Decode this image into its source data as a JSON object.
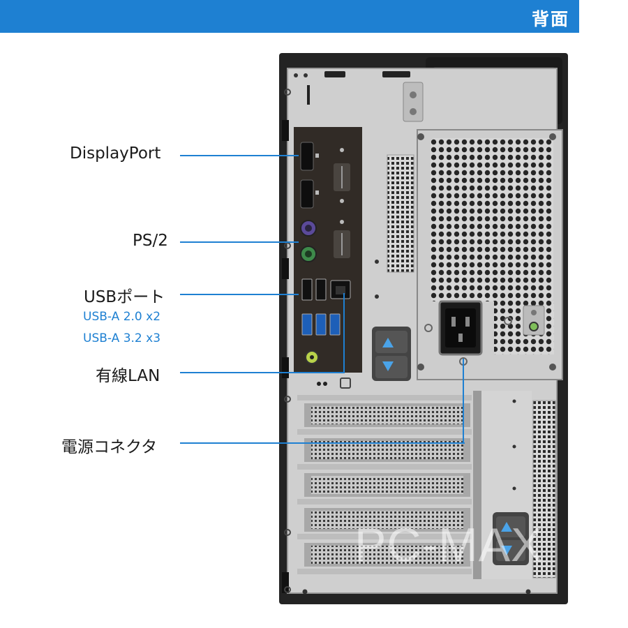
{
  "header": {
    "title": "背面"
  },
  "callouts": {
    "displayport": "DisplayPort",
    "ps2": "PS/2",
    "usb": "USBポート",
    "usb_a2": "USB-A 2.0 x2",
    "usb_a3": "USB-A 3.2 x3",
    "lan": "有線LAN",
    "power": "電源コネクタ"
  },
  "watermark": "PC-MAX",
  "colors": {
    "accent": "#1e80d2",
    "chassis": "#232323",
    "panel": "#cfcfcf"
  }
}
